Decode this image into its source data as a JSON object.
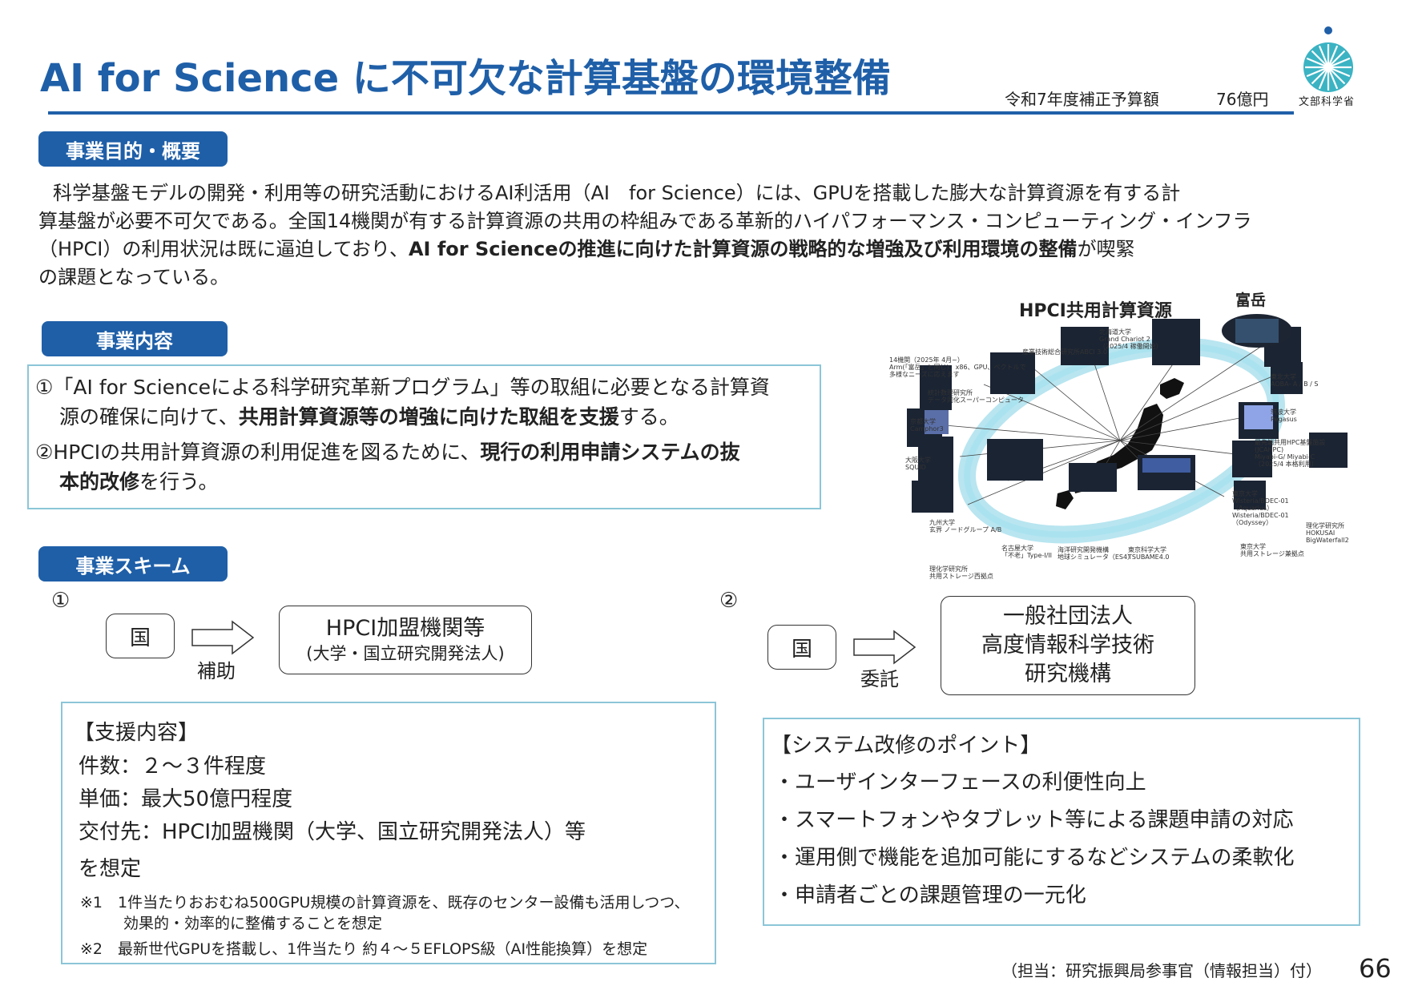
{
  "header": {
    "title": "AI for Science に不可欠な計算基盤の環境整備",
    "budget_label": "令和7年度補正予算額",
    "budget_value": "76億円",
    "ministry": "文部科学省",
    "brand_color": "#1f5fa8",
    "frame_color": "#8cc6d8"
  },
  "sections": {
    "purpose": "事業目的・概要",
    "content": "事業内容",
    "scheme": "事業スキーム"
  },
  "purpose_text": {
    "line1": "科学基盤モデルの開発・利用等の研究活動におけるAI利活用（AI　for Science）には、GPUを搭載した膨大な計算資源を有する計",
    "line2": "算基盤が必要不可欠である。全国14機関が有する計算資源の共用の枠組みである革新的ハイパフォーマンス・コンピューティング・インフラ",
    "line3_a": "（HPCI）の利用状況は既に逼迫しており、",
    "line3_b": "AI for Scienceの推進に向けた計算資源の戦略的な増強及び利用環境の整備",
    "line3_c": "が喫緊",
    "line4": "の課題となっている。"
  },
  "content_items": {
    "item1_a": "①「AI for Scienceによる科学研究革新プログラム」等の取組に必要となる計算資",
    "item1_b": "源の確保に向けて、",
    "item1_c": "共用計算資源等の増強に向けた取組を支援",
    "item1_d": "する。",
    "item2_a": "②HPCIの共用計算資源の利用促進を図るために、",
    "item2_b": "現行の利用申請システムの抜",
    "item2_c": "本的改修",
    "item2_d": "を行う。"
  },
  "map": {
    "title": "HPCI共用計算資源",
    "fugaku": "富岳",
    "labels": {
      "l14": "14機関（2025年 4月~）\nArm(「富岳」と同じ)、x86、GPU、ベクトルで\n多様なニーズに応えます",
      "aist": "産業技術総合研究所ABCI 3.0",
      "hokkaido": "北海道大学\nGrand Chariot 2\n（2025/4 稼働開始）",
      "tohoku": "東北大学\nAOBA- A / B / S",
      "ism": "統計数理研究所\nデータ同化スーパーコンピュータ",
      "kyoto": "京都大学\nCamphor3",
      "tsukuba": "筑波大学\nPegasus",
      "jcahpc": "最先端共用HPC基盤施設\n(JCAHPC)\nMiyabi-G/ Miyabi-C\n（2025/4 本格利用）",
      "osaka": "大阪大学\nSQUID",
      "tokyo1": "東京大学\nWisteria/BDEC-01\n（Aquarius）\nWisteria/BDEC-01\n（Odyssey）",
      "kyushu": "九州大学\n玄界 ノードグループ A/B",
      "riken1": "理化学研究所\nHOKUSAI\nBigWaterfall2",
      "nagoya": "名古屋大学\n「不老」Type-I/II",
      "jamstec": "海洋研究開発機構\n地球シミュレータ（ES4）",
      "titech": "東京科学大学\nTSUBAME4.0",
      "tokyo2": "東京大学\n共用ストレージ兼拠点",
      "riken2": "理化学研究所\n共用ストレージ西拠点"
    }
  },
  "scheme": {
    "num1": "①",
    "num2": "②",
    "country": "国",
    "subsidy": "補助",
    "hpci_org": "HPCI加盟機関等",
    "hpci_org_sub": "(大学・国立研究開発法人)",
    "consign": "委託",
    "rist_1": "一般社団法人",
    "rist_2": "高度情報科学技術",
    "rist_3": "研究機構"
  },
  "support": {
    "heading": "【支援内容】",
    "count": "件数：２～３件程度",
    "unit_price": "単価：最大50億円程度",
    "recipient": "交付先：HPCI加盟機関（大学、国立研究開発法人）等",
    "recipient_2": "を想定",
    "note1_a": "※1　1件当たりおおむね500GPU規模の計算資源を、既存のセンター設備も活用しつつ、",
    "note1_b": "効果的・効率的に整備することを想定",
    "note2": "※2　最新世代GPUを搭載し、1件当たり 約４～５EFLOPS級（AI性能換算）を想定"
  },
  "system": {
    "heading": "【システム改修のポイント】",
    "p1": "・ユーザインターフェースの利便性向上",
    "p2": "・スマートフォンやタブレット等による課題申請の対応",
    "p3": "・運用側で機能を追加可能にするなどシステムの柔軟化",
    "p4": "・申請者ごとの課題管理の一元化"
  },
  "footer": {
    "contact": "（担当：研究振興局参事官（情報担当）付）",
    "page": "66"
  }
}
